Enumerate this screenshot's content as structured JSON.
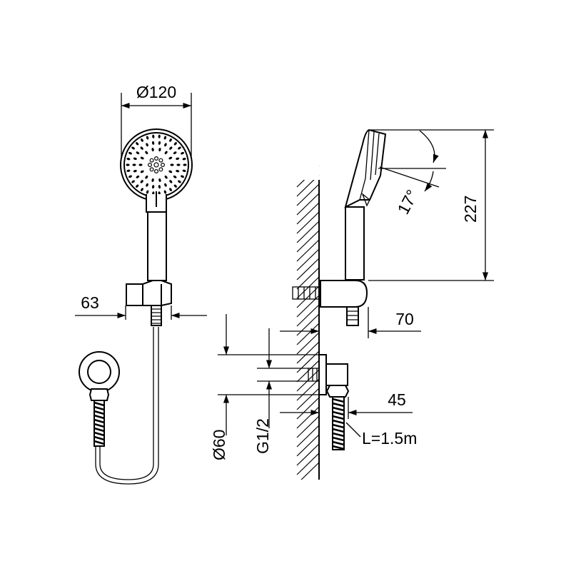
{
  "dimensions": {
    "head_diameter": "Ø120",
    "holder_width": "63",
    "angle": "17°",
    "height": "227",
    "projection": "70",
    "flange_diameter": "Ø60",
    "thread": "G1/2",
    "elbow_projection": "45",
    "hose_length": "L=1.5m"
  }
}
